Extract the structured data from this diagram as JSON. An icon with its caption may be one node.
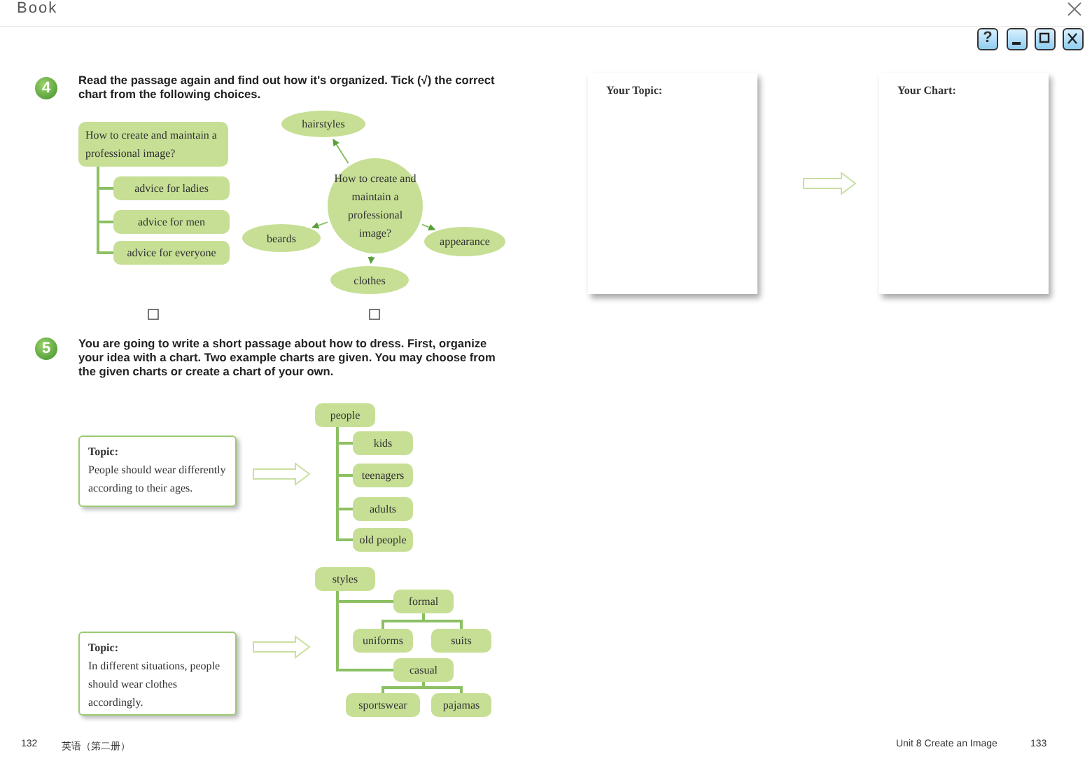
{
  "diagram": {
    "nodes": [
      {
        "text": [
          "4"
        ]
      },
      {
        "text": [
          "How to create and maintain a professional image?"
        ]
      },
      {
        "text": [
          "advice for ladies"
        ]
      },
      {
        "text": [
          "advice for men"
        ]
      },
      {
        "text": [
          "advice for everyone"
        ]
      },
      {
        "text": [
          "How to create and maintain a professional image?"
        ]
      },
      {
        "text": [
          "hairstyles"
        ]
      },
      {
        "text": [
          "beards"
        ]
      },
      {
        "text": [
          "appearance"
        ]
      },
      {
        "text": [
          "clothes"
        ]
      },
      {
        "text": [
          "5"
        ]
      },
      {
        "text": [
          "Topic:",
          "People should wear differently according to their ages."
        ]
      },
      {
        "text": [
          "people"
        ]
      },
      {
        "text": [
          "kids"
        ]
      },
      {
        "text": [
          "teenagers"
        ]
      },
      {
        "text": [
          "adults"
        ]
      },
      {
        "text": [
          "old people"
        ]
      },
      {
        "text": [
          "Topic:",
          "In different situations, people should wear clothes accordingly."
        ]
      },
      {
        "text": [
          "styles"
        ]
      },
      {
        "text": [
          "formal"
        ]
      },
      {
        "text": [
          "uniforms"
        ]
      },
      {
        "text": [
          "suits"
        ]
      },
      {
        "text": [
          "casual"
        ]
      },
      {
        "text": [
          "sportswear"
        ]
      },
      {
        "text": [
          "pajamas"
        ]
      },
      {
        "text": [
          "Your Topic:"
        ]
      },
      {
        "text": [
          "Your Chart:"
        ]
      }
    ],
    "edges": [
      {
        "from": 1,
        "to": 2,
        "arrow": "none"
      },
      {
        "from": 1,
        "to": 3,
        "arrow": "none"
      },
      {
        "from": 1,
        "to": 4,
        "arrow": "none"
      },
      {
        "from": 5,
        "to": 6,
        "arrow": "to"
      },
      {
        "from": 5,
        "to": 7,
        "arrow": "to"
      },
      {
        "from": 5,
        "to": 8,
        "arrow": "to"
      },
      {
        "from": 5,
        "to": 9,
        "arrow": "to"
      },
      {
        "from": 11,
        "to": 12,
        "arrow": "to"
      },
      {
        "from": 12,
        "to": 13,
        "arrow": "none"
      },
      {
        "from": 12,
        "to": 14,
        "arrow": "none"
      },
      {
        "from": 12,
        "to": 15,
        "arrow": "none"
      },
      {
        "from": 12,
        "to": 16,
        "arrow": "none"
      },
      {
        "from": 17,
        "to": 18,
        "arrow": "to"
      },
      {
        "from": 18,
        "to": 19,
        "arrow": "none"
      },
      {
        "from": 18,
        "to": 22,
        "arrow": "none"
      },
      {
        "from": 19,
        "to": 20,
        "arrow": "none"
      },
      {
        "from": 19,
        "to": 21,
        "arrow": "none"
      },
      {
        "from": 22,
        "to": 23,
        "arrow": "none"
      },
      {
        "from": 22,
        "to": 24,
        "arrow": "none"
      },
      {
        "from": 25,
        "to": 26,
        "arrow": "to"
      }
    ],
    "labels": [
      "Book",
      "?",
      "Read the passage again and find out how it's organized. Tick (√) the correct chart from the following choices.",
      "You are going to write a short passage about how to dress. First, organize your idea with a chart. Two example charts are given. You may choose from the given charts or create a chart of your own.",
      "132",
      "英语（第二册）",
      "Unit 8 Create an Image",
      "133"
    ]
  }
}
